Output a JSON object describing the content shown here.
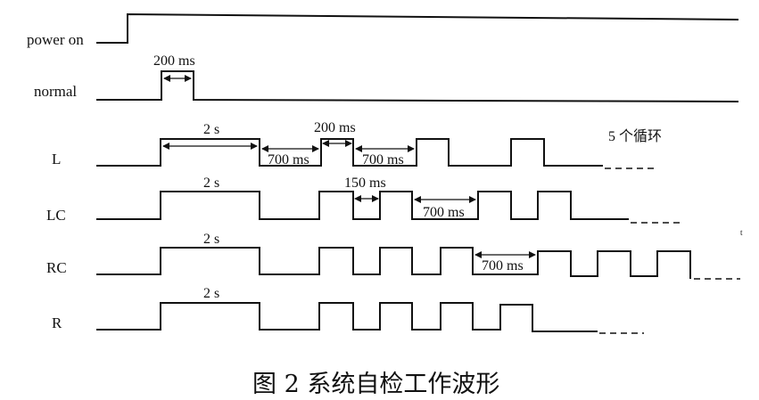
{
  "signals": {
    "power_on": "power on",
    "normal": "normal",
    "L": "L",
    "LC": "LC",
    "RC": "RC",
    "R": "R"
  },
  "annotations": {
    "normal_pulse": "200 ms",
    "L_high": "2 s",
    "L_gap1": "700 ms",
    "L_pulse": "200 ms",
    "L_gap2": "700 ms",
    "L_cycles": "5 个循环",
    "LC_high": "2 s",
    "LC_gap": "150 ms",
    "LC_gap2": "700 ms",
    "RC_high": "2 s",
    "RC_gap": "700 ms",
    "R_high": "2 s"
  },
  "caption": "图 2 系统自检工作波形",
  "stray_mark": "t"
}
